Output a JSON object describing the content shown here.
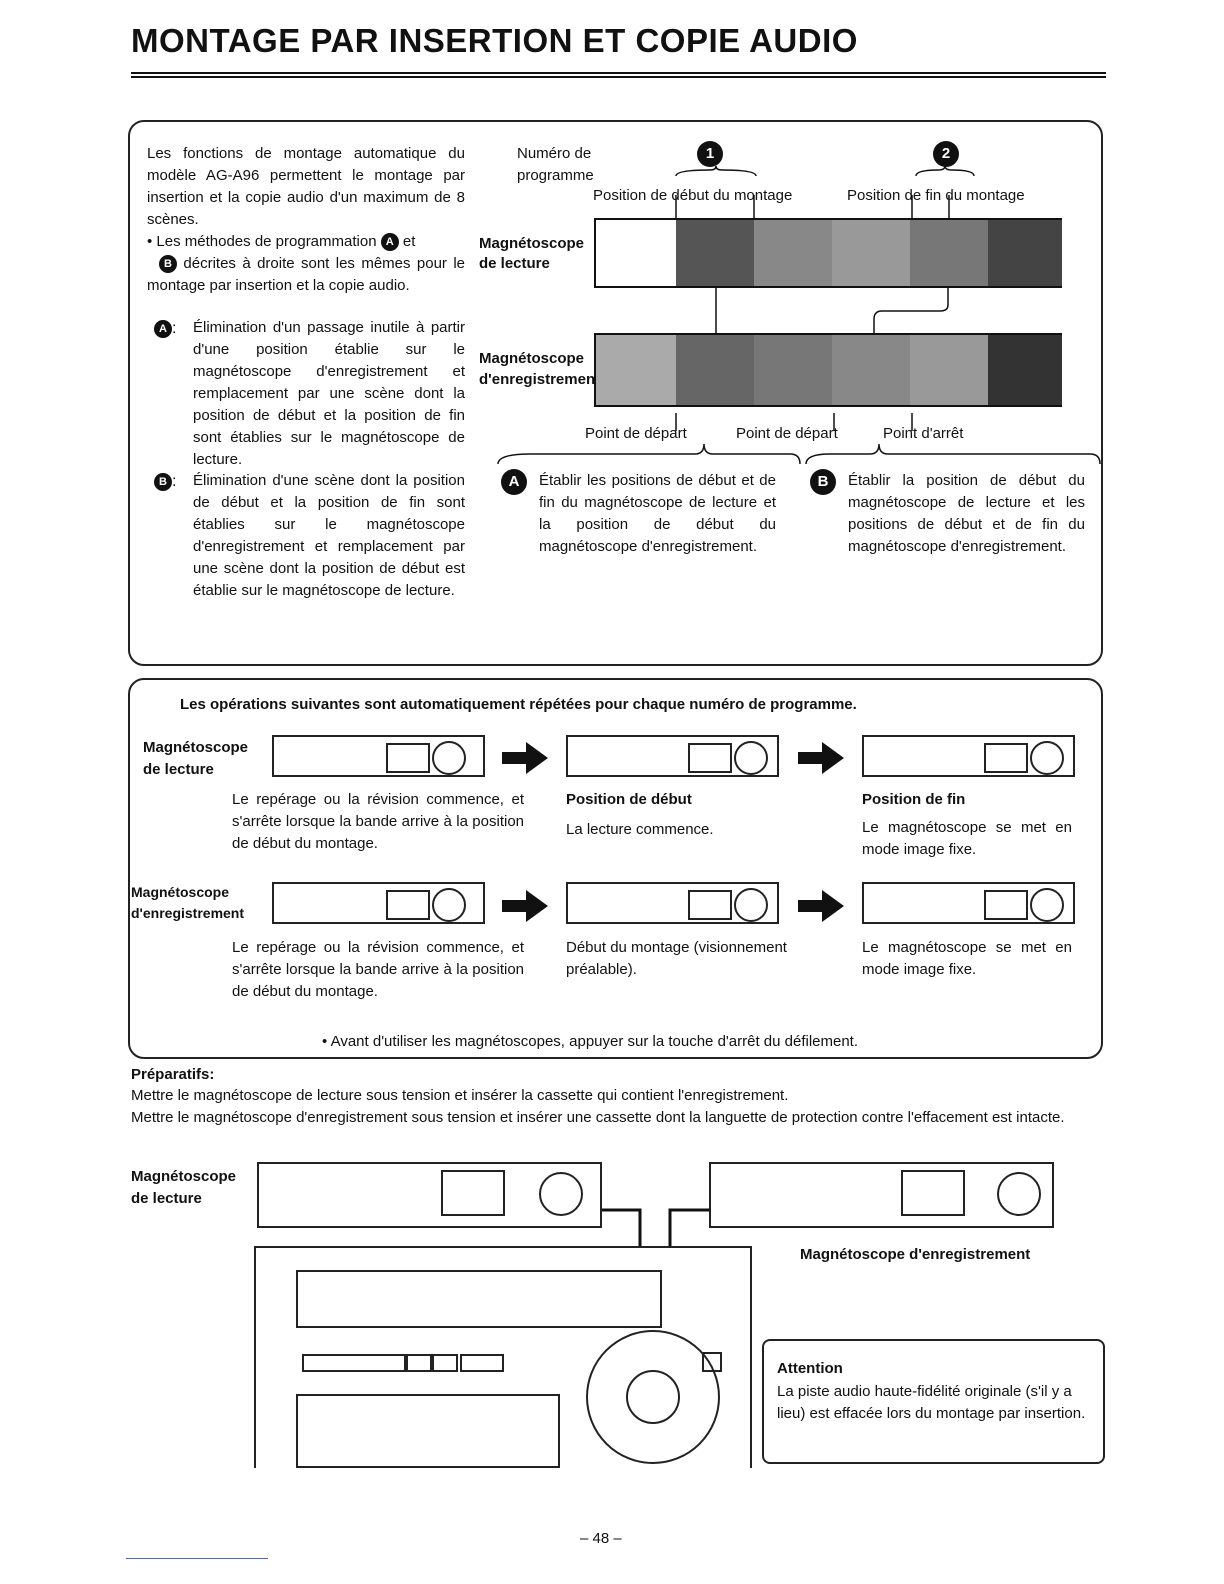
{
  "title": "MONTAGE PAR INSERTION ET COPIE AUDIO",
  "intro": {
    "para1": "Les fonctions de montage automatique du modèle AG-A96 permettent le montage par insertion et la copie audio d'un maximum de 8 scènes.",
    "bullet": "Les méthodes de programmation",
    "bullet_and": "et",
    "bullet_rest": "décrites à droite sont les mêmes pour le montage par insertion et la copie audio.",
    "itemA": "Élimination d'un passage inutile à partir d'une position établie sur le magnétoscope d'enregistrement et remplacement par une scène dont la position de début et la position de fin sont établies sur le magnétoscope de lecture.",
    "itemB": "Élimination d'une scène dont la position de début et la position de fin sont établies sur le magnétoscope d'enregistrement et remplacement par une scène dont la position de début est établie sur le magnétoscope de lecture.",
    "markA": "A",
    "markB": "B"
  },
  "diagram": {
    "program_number_label": "Numéro de programme",
    "marker1": "1",
    "marker2": "2",
    "start_pos": "Position de début du montage",
    "end_pos": "Position de fin du montage",
    "vcr_play_label": "Magnétoscope de lecture",
    "vcr_rec_label": "Magnétoscope d'enregistrement",
    "point_depart_1": "Point de départ",
    "point_depart_2": "Point de départ",
    "point_arret": "Point d'arrêt",
    "methodA": "Établir les positions de début et de fin du magnétoscope de lecture et la position de début du magnétoscope d'enregistrement.",
    "methodB": "Établir la position de début du magnétoscope de lecture et les positions de début et de fin du magnétoscope d'enregistrement."
  },
  "ops": {
    "heading": "Les opérations suivantes sont automatiquement répétées pour chaque numéro de programme.",
    "play_label": "Magnétoscope de lecture",
    "rec_label": "Magnétoscope d'enregistrement",
    "play_step1": "Le repérage ou la révision commence, et s'arrête lorsque la bande arrive à la position de début du montage.",
    "play_step2_title": "Position de début",
    "play_step2": "La lecture commence.",
    "play_step3_title": "Position de fin",
    "play_step3": "Le magnétoscope se met en mode image fixe.",
    "rec_step1": "Le repérage ou la révision commence, et s'arrête lorsque la bande arrive à la position de début du montage.",
    "rec_step2": "Début du montage (visionnement préalable).",
    "rec_step3": "Le magnétoscope se met en mode image fixe.",
    "note": "Avant d'utiliser les magnétoscopes, appuyer sur la touche d'arrêt du défilement."
  },
  "prep": {
    "heading": "Préparatifs:",
    "line1": "Mettre le magnétoscope de lecture sous tension et insérer la cassette qui contient l'enregistrement.",
    "line2": "Mettre le magnétoscope d'enregistrement sous tension et insérer une cassette dont la languette de protection contre l'effacement est intacte."
  },
  "bottom": {
    "play_label": "Magnétoscope de lecture",
    "rec_label": "Magnétoscope d'enregistrement"
  },
  "attention": {
    "title": "Attention",
    "text": "La piste audio haute-fidélité originale (s'il y a lieu) est effacée lors du montage par insertion."
  },
  "page_number": "– 48 –"
}
